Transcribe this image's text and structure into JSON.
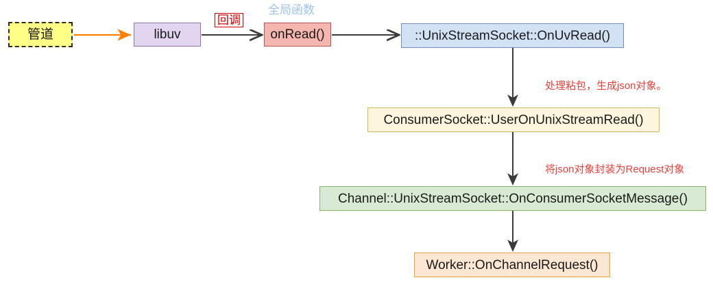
{
  "diagram": {
    "title": "",
    "type": "flowchart",
    "nodes": [
      {
        "id": "pipe",
        "label": "管道",
        "fill": "#ffff88",
        "stroke": "#2b2b2b",
        "style": "dashed"
      },
      {
        "id": "libuv",
        "label": "libuv",
        "fill": "#e1d5f0",
        "stroke": "#9673a6",
        "style": "solid"
      },
      {
        "id": "onread",
        "label": "onRead()",
        "fill": "#f5b6b0",
        "stroke": "#b85450",
        "style": "solid"
      },
      {
        "id": "onuvread",
        "label": "::UnixStreamSocket::OnUvRead()",
        "fill": "#d3e1f5",
        "stroke": "#6c8ebf",
        "style": "solid"
      },
      {
        "id": "consumer",
        "label": "ConsumerSocket::UserOnUnixStreamRead()",
        "fill": "#fdf5dd",
        "stroke": "#d6b656",
        "style": "solid"
      },
      {
        "id": "channel",
        "label": "Channel::UnixStreamSocket::OnConsumerSocketMessage()",
        "fill": "#d8ead3",
        "stroke": "#82b366",
        "style": "solid"
      },
      {
        "id": "worker",
        "label": "Worker::OnChannelRequest()",
        "fill": "#fde6d2",
        "stroke": "#e8a33d",
        "style": "solid"
      }
    ],
    "edges": [
      {
        "from": "pipe",
        "to": "libuv",
        "label": "",
        "color": "#ff8000"
      },
      {
        "from": "libuv",
        "to": "onread",
        "label": "回调",
        "color": "#3b3b3b"
      },
      {
        "from": "onread",
        "to": "onuvread",
        "label": "",
        "color": "#3b3b3b"
      },
      {
        "from": "onuvread",
        "to": "consumer",
        "label": "",
        "color": "#3b3b3b"
      },
      {
        "from": "consumer",
        "to": "channel",
        "label": "",
        "color": "#3b3b3b"
      },
      {
        "from": "channel",
        "to": "worker",
        "label": "",
        "color": "#3b3b3b"
      }
    ],
    "annotations": [
      {
        "id": "callback",
        "text": "回调",
        "color": "#cc0000",
        "boxed": true
      },
      {
        "id": "global-fn",
        "text": "全局函数",
        "color": "#9ec3eb",
        "boxed": false
      },
      {
        "id": "note1",
        "text": "处理粘包，生成json对象。",
        "color": "#e8403a",
        "boxed": false
      },
      {
        "id": "note2",
        "text": "将json对象封装为Request对象",
        "color": "#e8403a",
        "boxed": false
      }
    ]
  }
}
